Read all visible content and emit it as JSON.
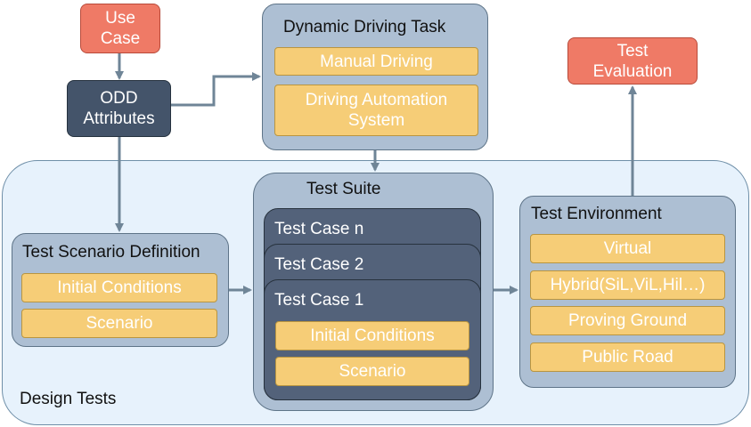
{
  "use_case": "Use\nCase",
  "odd_attributes": "ODD\nAttributes",
  "test_evaluation": "Test\nEvaluation",
  "dynamic_driving_task": {
    "title": "Dynamic Driving Task",
    "items": [
      "Manual Driving",
      "Driving Automation\nSystem"
    ]
  },
  "design_tests": {
    "label": "Design Tests"
  },
  "test_scenario_definition": {
    "title": "Test Scenario Definition",
    "items": [
      "Initial Conditions",
      "Scenario"
    ]
  },
  "test_suite": {
    "title": "Test Suite",
    "cases": [
      "Test Case n",
      "Test Case 2",
      "Test Case 1"
    ],
    "case_items": [
      "Initial Conditions",
      "Scenario"
    ]
  },
  "test_environment": {
    "title": "Test Environment",
    "items": [
      "Virtual",
      "Hybrid(SiL,ViL,Hil…)",
      "Proving Ground",
      "Public Road"
    ]
  },
  "colors": {
    "salmon": "#ef7a66",
    "dark_slate": "#44546a",
    "panel_blue": "#adbfd3",
    "item_yellow": "#f6cd77",
    "area_light_blue": "#e7f2fc",
    "arrow": "#6f8597"
  }
}
